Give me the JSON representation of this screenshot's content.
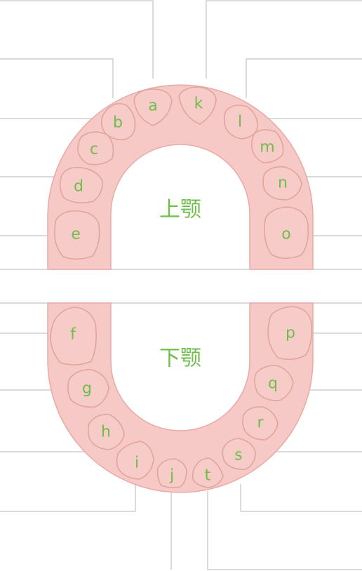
{
  "upper_jaw": {
    "label": "上颚",
    "teeth": [
      "a",
      "b",
      "c",
      "d",
      "e",
      "k",
      "l",
      "m",
      "n",
      "o"
    ]
  },
  "lower_jaw": {
    "label": "下颚",
    "teeth": [
      "f",
      "g",
      "h",
      "i",
      "j",
      "t",
      "s",
      "r",
      "q",
      "p"
    ]
  },
  "colors": {
    "gum": "#f6c9c7",
    "tooth_outline": "#e0a59b",
    "label_text": "#6fbd4b",
    "leader_line": "#cfcfcf"
  }
}
